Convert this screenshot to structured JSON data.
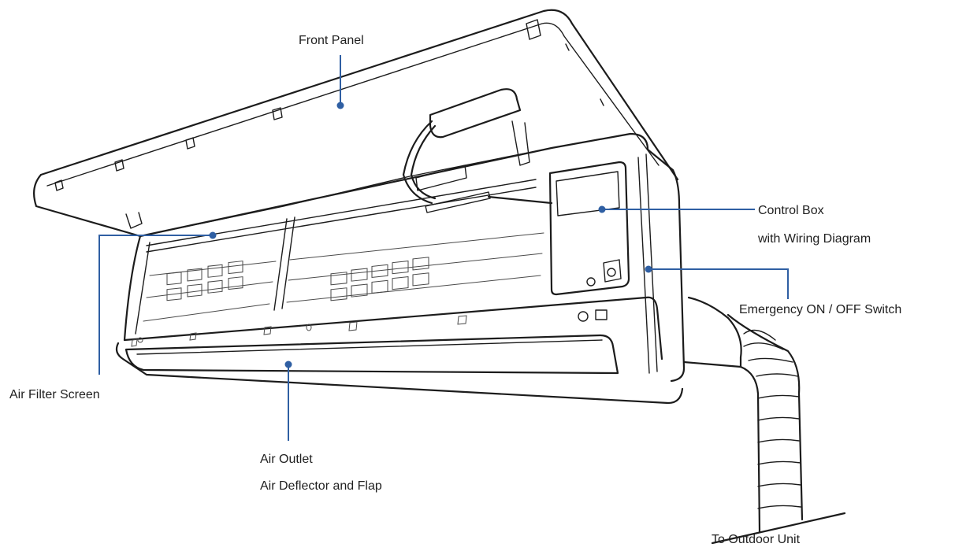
{
  "colors": {
    "callout": "#2f5fa3",
    "outline": "#1c1c1c",
    "background": "#ffffff"
  },
  "labels": {
    "front_panel": "Front Panel",
    "control_box_line1": "Control Box",
    "control_box_line2": "with Wiring Diagram",
    "emergency_switch": "Emergency ON / OFF Switch",
    "air_filter": "Air Filter Screen",
    "air_outlet_line1": "Air Outlet",
    "air_outlet_line2": "Air Deflector and Flap",
    "outdoor_unit": "To Outdoor Unit"
  }
}
